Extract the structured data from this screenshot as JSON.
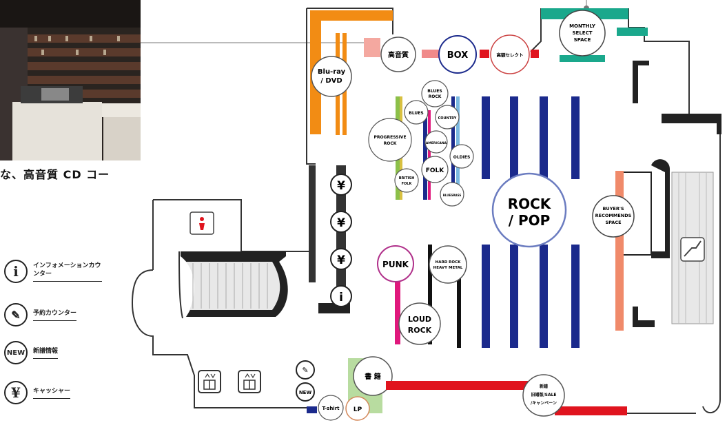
{
  "caption": "な、高音質 CD コー",
  "legend": [
    {
      "icon": "i",
      "label": "インフォメーションカウンター"
    },
    {
      "icon": "✎",
      "label": "予約カウンター"
    },
    {
      "icon": "NEW",
      "label": "新譜情報"
    },
    {
      "icon": "¥",
      "label": "キャッシャー"
    }
  ],
  "zones": {
    "koonshitsu": "高音質",
    "box": "BOX",
    "takaishitsu": "高額セレクト",
    "monthly_l1": "MONTHLY",
    "monthly_l2": "SELECT",
    "monthly_l3": "SPACE",
    "bluray_l1": "Blu-ray",
    "bluray_l2": "/ DVD",
    "blues_rock_l1": "BLUES",
    "blues_rock_l2": "ROCK",
    "blues": "BLUES",
    "country": "COUNTRY",
    "progressive_l1": "PROGRESSIVE",
    "progressive_l2": "ROCK",
    "americana": "AMERICANA",
    "oldies": "OLDIES",
    "folk": "FOLK",
    "british_l1": "BRITISH",
    "british_l2": "FOLK",
    "bluegrass": "BLUEGRASS",
    "rock_pop_l1": "ROCK",
    "rock_pop_l2": "/ POP",
    "buyers_l1": "BUYER'S",
    "buyers_l2": "RECOMMENDS",
    "buyers_l3": "SPACE",
    "punk": "PUNK",
    "hard_rock_l1": "HARD ROCK",
    "hard_rock_l2": "HEAVY METAL",
    "loud_rock_l1": "LOUD",
    "loud_rock_l2": "ROCK",
    "books": "書 籍",
    "tshirt": "T-shirt",
    "lp": "LP",
    "new": "NEW",
    "sale_l1": "新譜",
    "sale_l2": "旧譜版/SALE",
    "sale_l3": "/キャンペーン"
  },
  "colors": {
    "orange": "#f28c14",
    "teal": "#1aa88c",
    "navy": "#1b2a8c",
    "red": "#e0141e",
    "pink": "#e0187c",
    "salmon": "#f08a6a",
    "green": "#8cc04a"
  }
}
